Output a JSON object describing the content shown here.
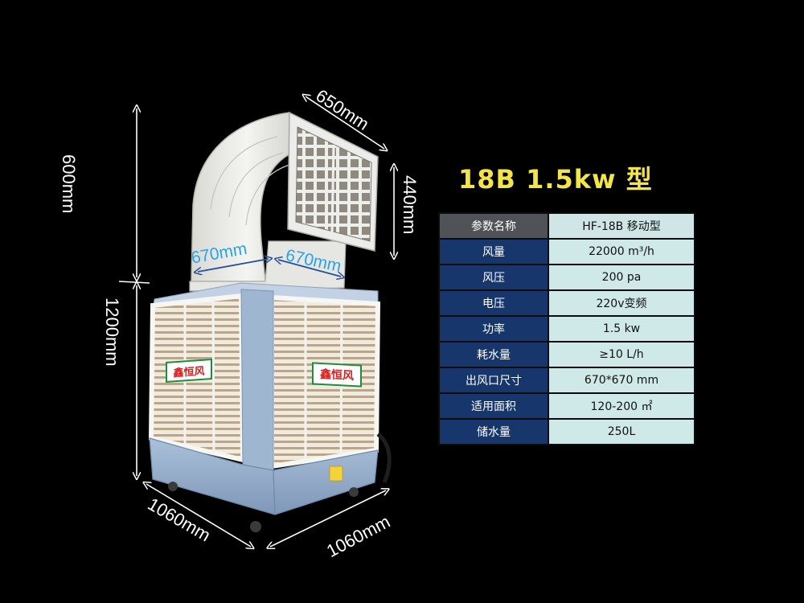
{
  "title": "18B 1.5kw 型",
  "dimensions": {
    "outlet_width": "650mm",
    "outlet_height": "440mm",
    "duct_height": "600mm",
    "body_height": "1200mm",
    "duct_left": "670mm",
    "duct_right": "670mm",
    "base_left": "1060mm",
    "base_right": "1060mm"
  },
  "product": {
    "brand_label_left": "鑫恒风",
    "brand_label_right": "鑫恒风"
  },
  "spec_table": {
    "header": {
      "label": "参数名称",
      "value": "HF-18B 移动型"
    },
    "rows": [
      {
        "label": "风量",
        "value": "22000 m³/h"
      },
      {
        "label": "风压",
        "value": "200 pa"
      },
      {
        "label": "电压",
        "value": "220v变频"
      },
      {
        "label": "功率",
        "value": "1.5 kw"
      },
      {
        "label": "耗水量",
        "value": "≥10 L/h"
      },
      {
        "label": "出风口尺寸",
        "value": "670*670 mm"
      },
      {
        "label": "适用面积",
        "value": "120-200 ㎡"
      },
      {
        "label": "储水量",
        "value": "250L"
      }
    ]
  },
  "colors": {
    "background": "#000000",
    "title": "#f2e44a",
    "table_label_bg": "#16366c",
    "table_value_bg": "#cfe8e8",
    "dimension_blue": "#2aa3e8",
    "body_blue": "#9db6d2",
    "panel_white": "#f1f1ee"
  }
}
